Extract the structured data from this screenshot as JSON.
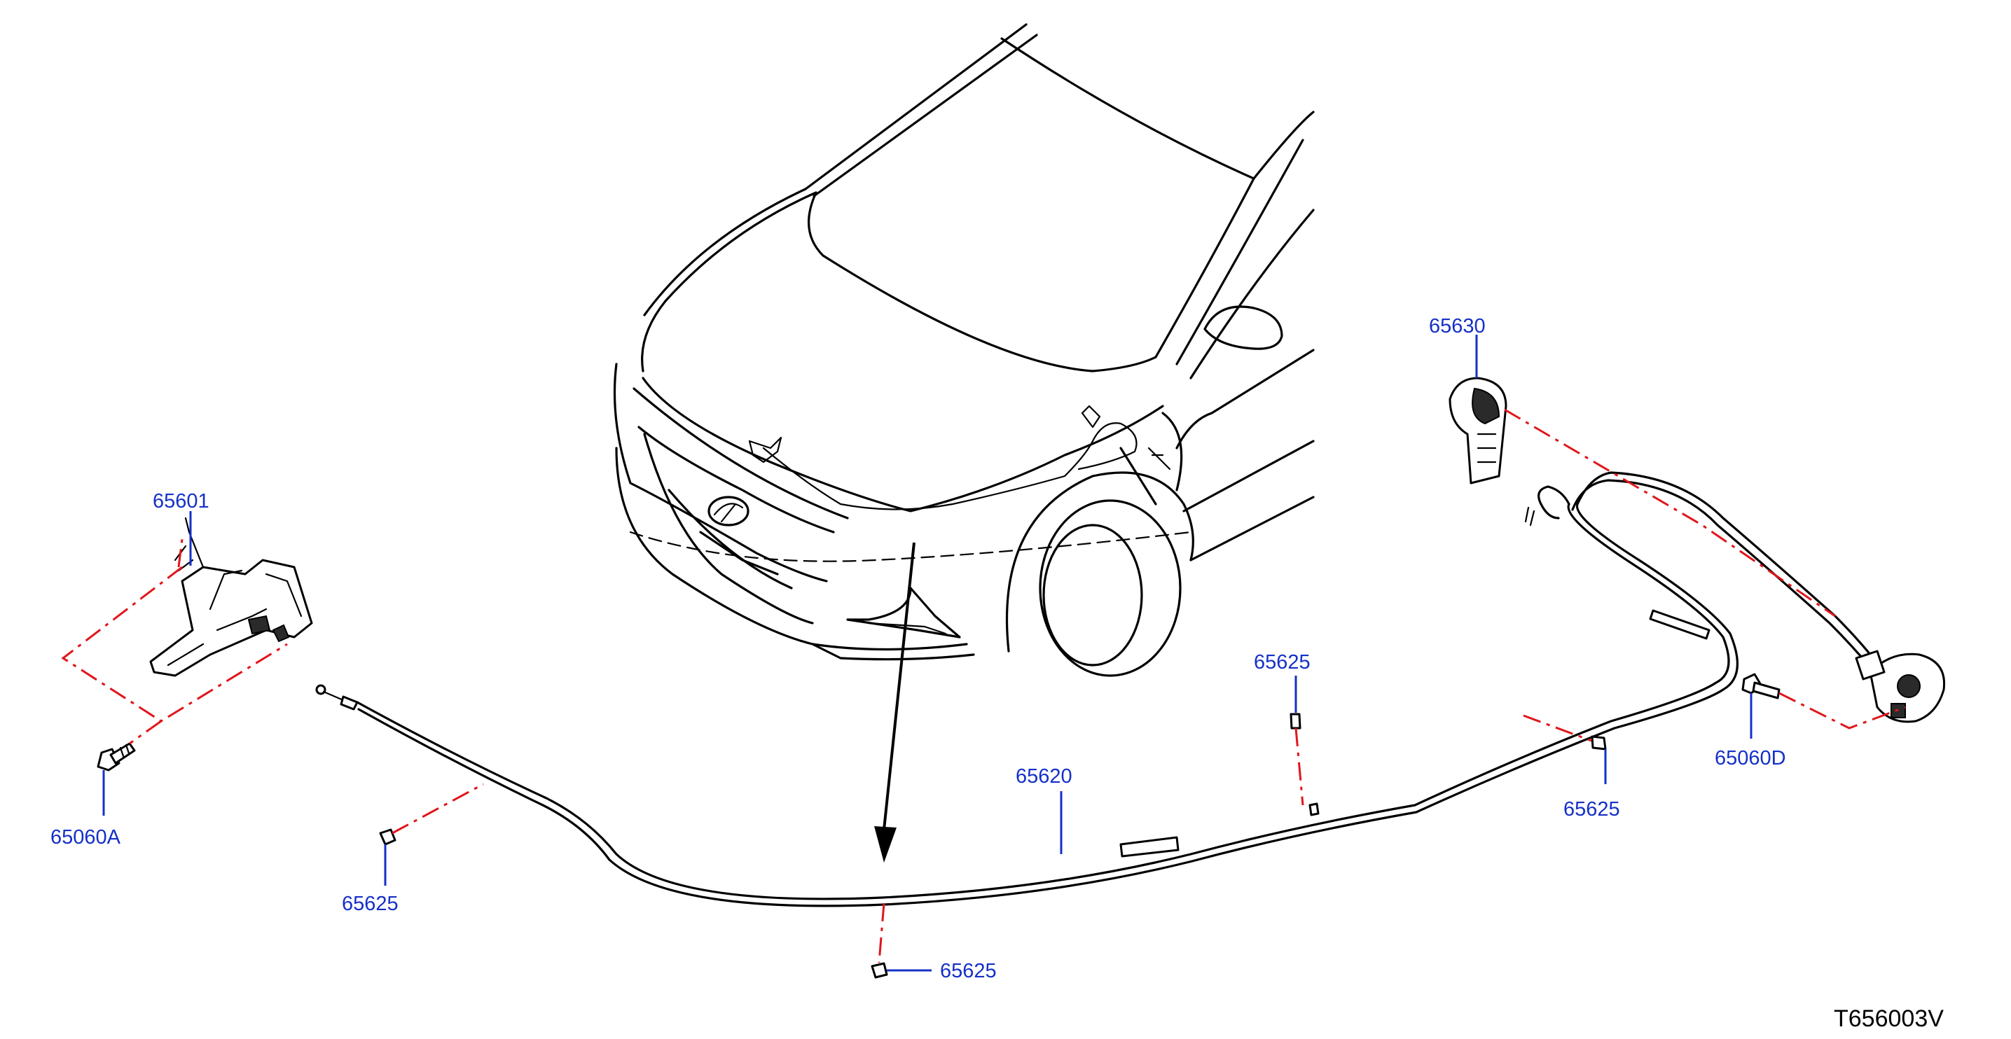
{
  "diagram": {
    "drawing_code": "T656003V",
    "callouts": [
      {
        "id": "65601",
        "text": "65601"
      },
      {
        "id": "65060A",
        "text": "65060A"
      },
      {
        "id": "65620",
        "text": "65620"
      },
      {
        "id": "65625-left",
        "text": "65625"
      },
      {
        "id": "65625-bottom",
        "text": "65625"
      },
      {
        "id": "65625-middle",
        "text": "65625"
      },
      {
        "id": "65625-right",
        "text": "65625"
      },
      {
        "id": "65630",
        "text": "65630"
      },
      {
        "id": "65060D",
        "text": "65060D"
      }
    ],
    "colors": {
      "callout_text": "#1530c8",
      "leader_line": "#1530c8",
      "phantom_line": "#e0161b",
      "linework": "#000000"
    }
  }
}
